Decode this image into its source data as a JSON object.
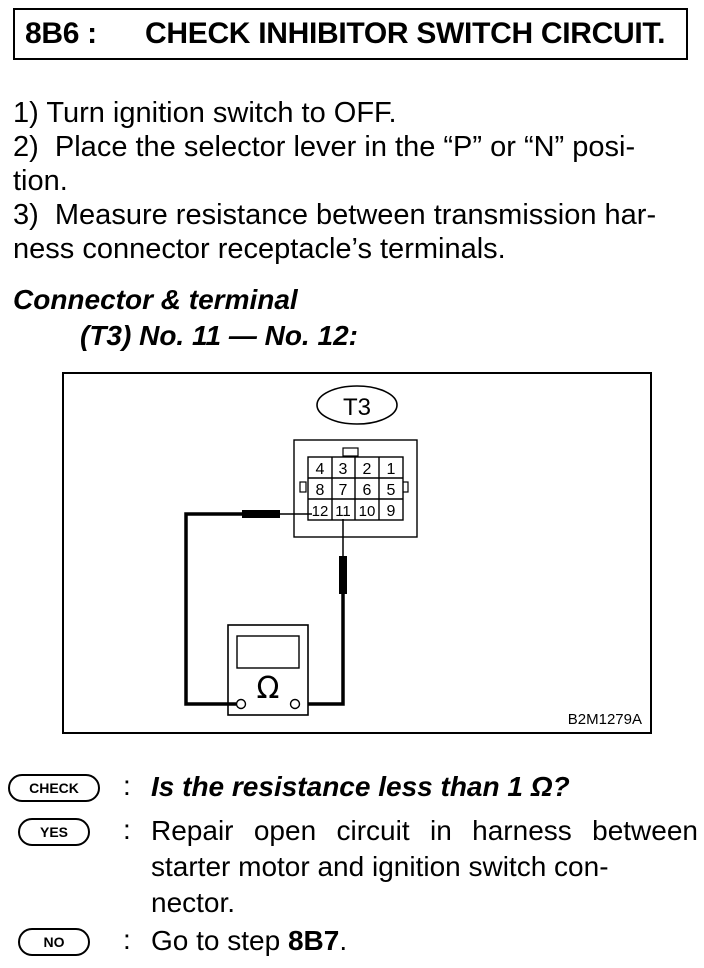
{
  "header": {
    "code": "8B6 :",
    "title": "CHECK INHIBITOR SWITCH CIRCUIT."
  },
  "steps": [
    "1)  Turn ignition switch to OFF.",
    "2)  Place the selector lever in the “P” or “N” posi-tion.",
    "3)  Measure resistance between transmission har-ness connector receptacle’s terminals."
  ],
  "connector": {
    "heading": "Connector & terminal",
    "terminals": "(T3) No. 11 — No. 12:"
  },
  "figure": {
    "connector_label": "T3",
    "terminals_row1": [
      "4",
      "3",
      "2",
      "1"
    ],
    "terminals_row2": [
      "8",
      "7",
      "6",
      "5"
    ],
    "terminals_row3": [
      "12",
      "11",
      "10",
      "9"
    ],
    "meter_symbol": "Ω",
    "figure_id": "B2M1279A"
  },
  "checks": {
    "check_label": "CHECK",
    "question": "Is the resistance less than 1 Ω?",
    "yes_label": "YES",
    "yes_text": "Repair open circuit in harness between starter motor and ignition switch con-nector.",
    "no_label": "NO",
    "no_text_prefix": "Go to step ",
    "no_text_step": "8B7",
    "no_text_suffix": ".",
    "colon": ":"
  }
}
